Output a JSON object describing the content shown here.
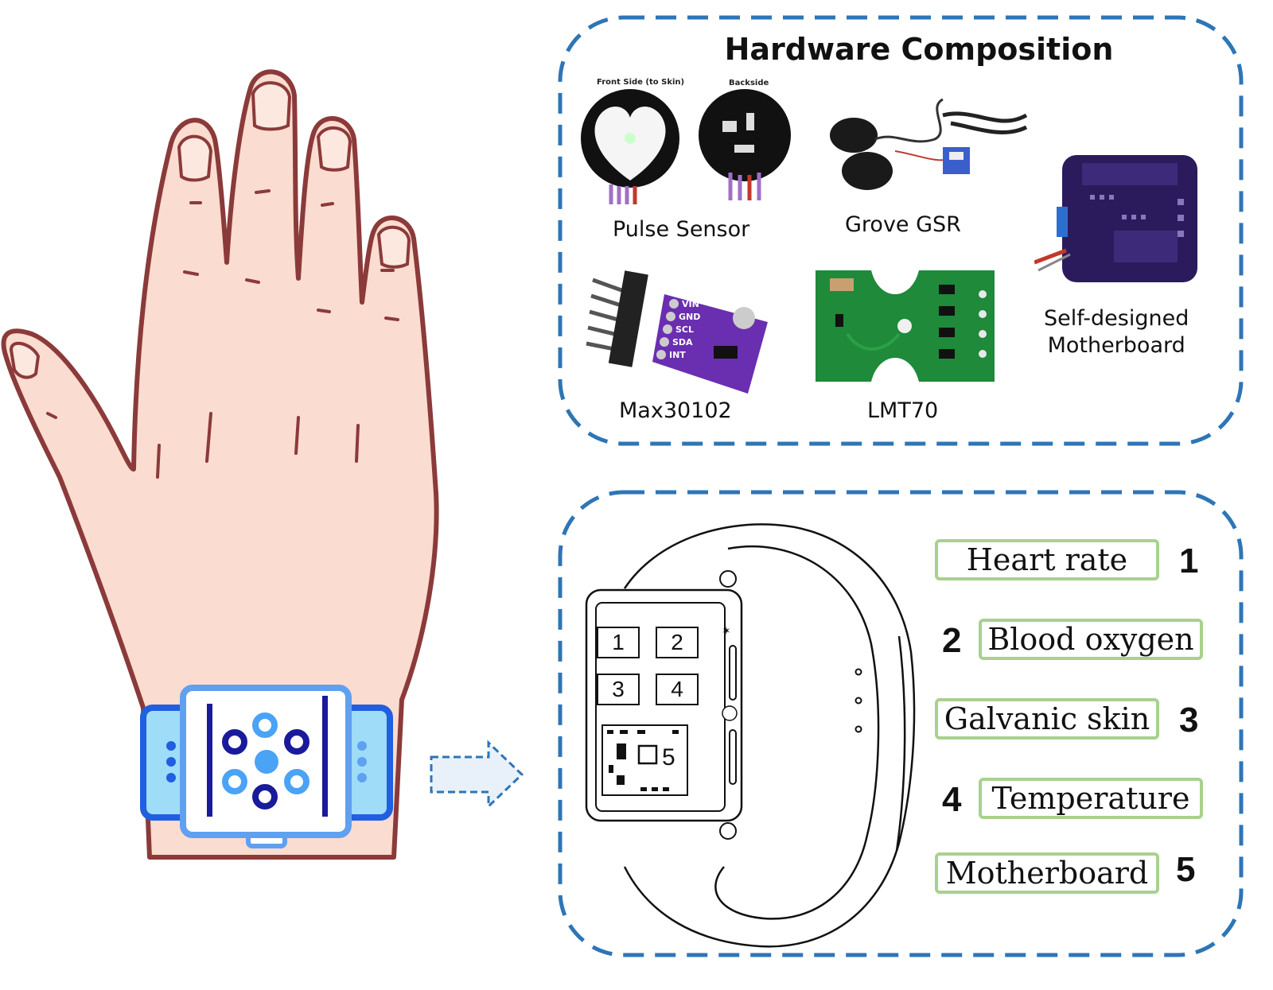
{
  "hardware_panel": {
    "title": "Hardware Composition",
    "components": [
      {
        "label": "Pulse Sensor",
        "front_caption": "Front Side (to Skin)",
        "back_caption": "Backside"
      },
      {
        "label": "Grove GSR"
      },
      {
        "label": "Self-designed Motherboard"
      },
      {
        "label": "Max30102",
        "pins": [
          "VIN",
          "GND",
          "SCL",
          "SDA",
          "INT"
        ]
      },
      {
        "label": "LMT70"
      }
    ]
  },
  "watch_panel": {
    "screen_tiles": [
      "1",
      "2",
      "3",
      "4"
    ],
    "board_number": "5",
    "legend": [
      {
        "label": "Heart rate",
        "number": "1"
      },
      {
        "label": "Blood oxygen",
        "number": "2"
      },
      {
        "label": "Galvanic skin",
        "number": "3"
      },
      {
        "label": "Temperature",
        "number": "4"
      },
      {
        "label": "Motherboard",
        "number": "5"
      }
    ]
  },
  "colors": {
    "dash_border": "#2e75b6",
    "legend_border": "#a9d18e",
    "skin": "#fbdcd0",
    "skin_outline": "#8b3a3a",
    "band": "#9fdcf7",
    "band_outline": "#1f5fe0",
    "device_dots": "#1a1a9c"
  }
}
